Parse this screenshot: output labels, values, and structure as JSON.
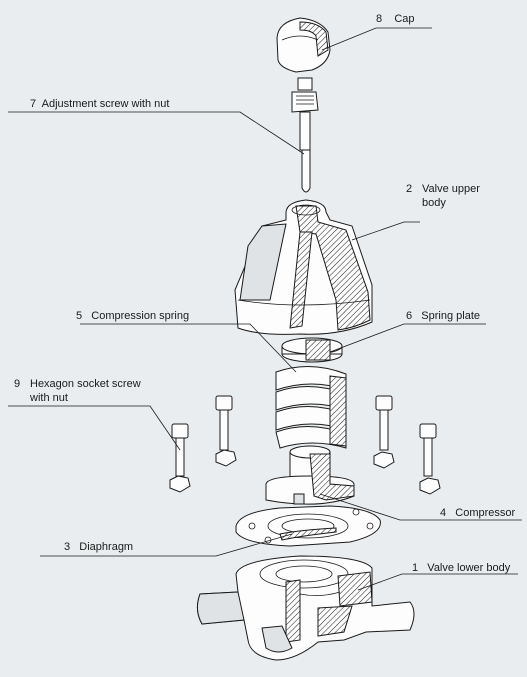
{
  "colors": {
    "background": "#e9edf0",
    "line": "#1a1a1a",
    "part_fill": "#fdfdfd",
    "shade": "#dfe3e6"
  },
  "labels": {
    "cap": {
      "num": "8",
      "text": "Cap"
    },
    "adjustment": {
      "num": "7",
      "text": "Adjustment screw with nut"
    },
    "upper_body": {
      "num": "2",
      "text": "Valve upper\nbody"
    },
    "spring": {
      "num": "5",
      "text": "Compression spring"
    },
    "plate": {
      "num": "6",
      "text": "Spring plate"
    },
    "screws": {
      "num": "9",
      "text": "Hexagon socket screw\nwith nut"
    },
    "compressor": {
      "num": "4",
      "text": "Compressor"
    },
    "diaphragm": {
      "num": "3",
      "text": "Diaphragm"
    },
    "lower_body": {
      "num": "1",
      "text": "Valve lower body"
    }
  }
}
